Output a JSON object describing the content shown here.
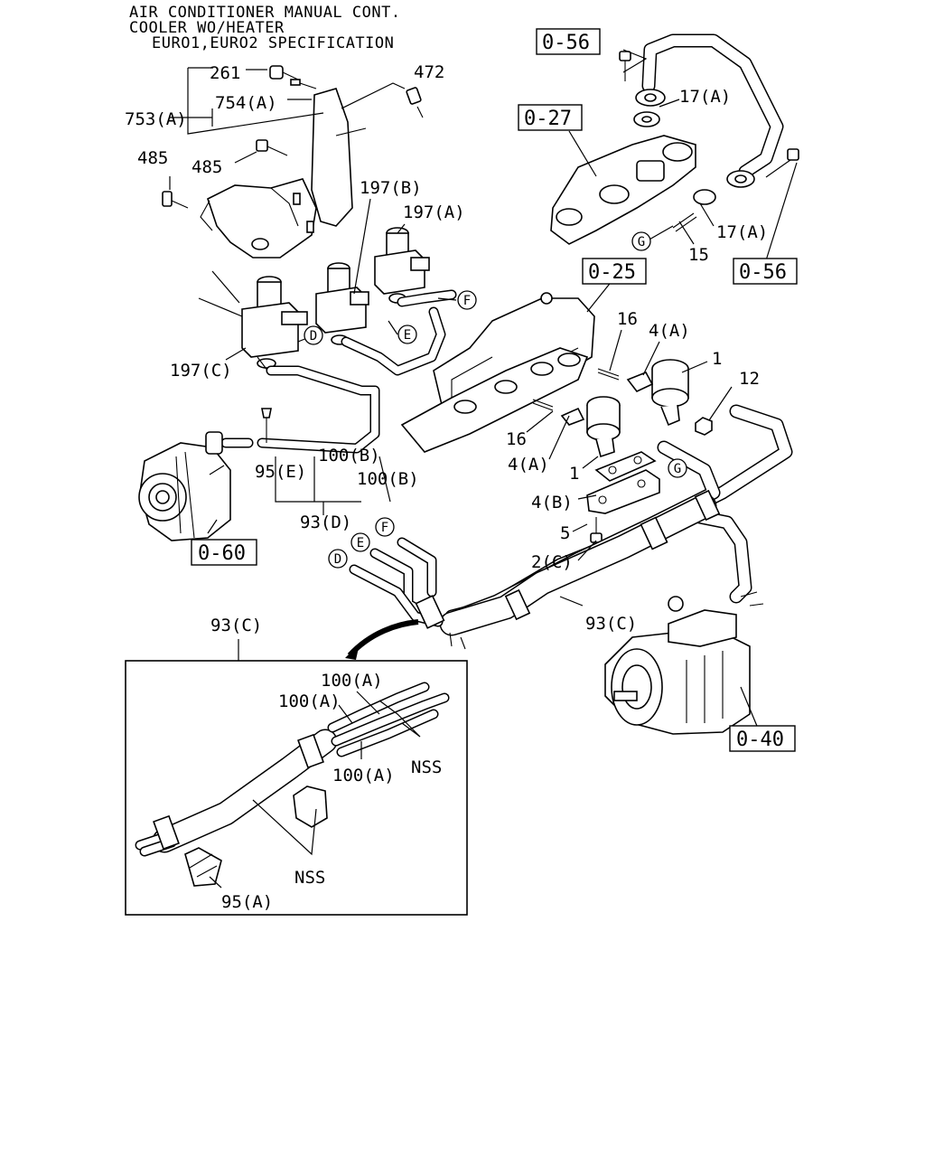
{
  "header": {
    "line1": "AIR CONDITIONER MANUAL CONT.",
    "line2": "COOLER WO/HEATER",
    "line3": "EURO1,EURO2 SPECIFICATION"
  },
  "labels": {
    "p261": "261",
    "p472": "472",
    "p754a": "754(A)",
    "p753a": "753(A)",
    "p485a": "485",
    "p485b": "485",
    "p197b": "197(B)",
    "p197a": "197(A)",
    "p197c": "197(C)",
    "p100b1": "100(B)",
    "p100b2": "100(B)",
    "p95e": "95(E)",
    "p93d": "93(D)",
    "p17a1": "17(A)",
    "p17a2": "17(A)",
    "p15": "15",
    "p16a": "16",
    "p16b": "16",
    "p4a1": "4(A)",
    "p4a2": "4(A)",
    "p1a": "1",
    "p1b": "1",
    "p12": "12",
    "p4b": "4(B)",
    "p5": "5",
    "p2c": "2(C)",
    "p93c1": "93(C)",
    "p93c2": "93(C)",
    "p100a1": "100(A)",
    "p100a2": "100(A)",
    "p100a3": "100(A)",
    "nss1": "NSS",
    "nss2": "NSS",
    "p95a": "95(A)"
  },
  "refs": {
    "r056a": "0-56",
    "r027": "0-27",
    "r025": "0-25",
    "r056b": "0-56",
    "r060": "0-60",
    "r040": "0-40"
  },
  "callouts": {
    "d1": "D",
    "e1": "E",
    "f1": "F",
    "g1": "G",
    "g2": "G",
    "d2": "D",
    "e2": "E",
    "f2": "F"
  }
}
